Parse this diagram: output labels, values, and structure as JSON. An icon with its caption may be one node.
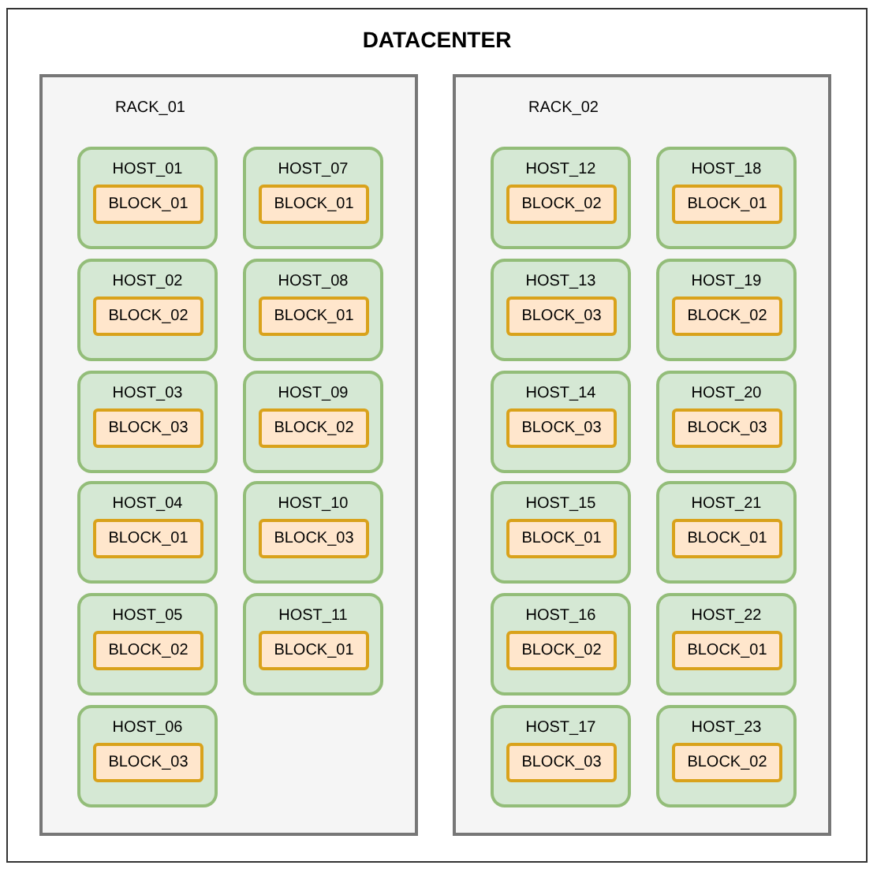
{
  "diagram": {
    "nodes": [
      {
        "text": [
          "DATACENTER"
        ]
      },
      {
        "text": [
          "RACK_01"
        ],
        "in": 0
      },
      {
        "text": [
          "HOST_01"
        ],
        "in": 1
      },
      {
        "text": [
          "BLOCK_01"
        ],
        "in": 2
      },
      {
        "text": [
          "HOST_02"
        ],
        "in": 1
      },
      {
        "text": [
          "BLOCK_02"
        ],
        "in": 4
      },
      {
        "text": [
          "HOST_03"
        ],
        "in": 1
      },
      {
        "text": [
          "BLOCK_03"
        ],
        "in": 6
      },
      {
        "text": [
          "HOST_04"
        ],
        "in": 1
      },
      {
        "text": [
          "BLOCK_01"
        ],
        "in": 8
      },
      {
        "text": [
          "HOST_05"
        ],
        "in": 1
      },
      {
        "text": [
          "BLOCK_02"
        ],
        "in": 10
      },
      {
        "text": [
          "HOST_06"
        ],
        "in": 1
      },
      {
        "text": [
          "BLOCK_03"
        ],
        "in": 12
      },
      {
        "text": [
          "HOST_07"
        ],
        "in": 1
      },
      {
        "text": [
          "BLOCK_01"
        ],
        "in": 14
      },
      {
        "text": [
          "HOST_08"
        ],
        "in": 1
      },
      {
        "text": [
          "BLOCK_01"
        ],
        "in": 16
      },
      {
        "text": [
          "HOST_09"
        ],
        "in": 1
      },
      {
        "text": [
          "BLOCK_02"
        ],
        "in": 18
      },
      {
        "text": [
          "HOST_10"
        ],
        "in": 1
      },
      {
        "text": [
          "BLOCK_03"
        ],
        "in": 20
      },
      {
        "text": [
          "HOST_11"
        ],
        "in": 1
      },
      {
        "text": [
          "BLOCK_01"
        ],
        "in": 22
      },
      {
        "text": [
          "RACK_02"
        ],
        "in": 0
      },
      {
        "text": [
          "HOST_12"
        ],
        "in": 24
      },
      {
        "text": [
          "BLOCK_02"
        ],
        "in": 25
      },
      {
        "text": [
          "HOST_13"
        ],
        "in": 24
      },
      {
        "text": [
          "BLOCK_03"
        ],
        "in": 27
      },
      {
        "text": [
          "HOST_14"
        ],
        "in": 24
      },
      {
        "text": [
          "BLOCK_03"
        ],
        "in": 29
      },
      {
        "text": [
          "HOST_15"
        ],
        "in": 24
      },
      {
        "text": [
          "BLOCK_01"
        ],
        "in": 31
      },
      {
        "text": [
          "HOST_16"
        ],
        "in": 24
      },
      {
        "text": [
          "BLOCK_02"
        ],
        "in": 33
      },
      {
        "text": [
          "HOST_17"
        ],
        "in": 24
      },
      {
        "text": [
          "BLOCK_03"
        ],
        "in": 35
      },
      {
        "text": [
          "HOST_18"
        ],
        "in": 24
      },
      {
        "text": [
          "BLOCK_01"
        ],
        "in": 37
      },
      {
        "text": [
          "HOST_19"
        ],
        "in": 24
      },
      {
        "text": [
          "BLOCK_02"
        ],
        "in": 39
      },
      {
        "text": [
          "HOST_20"
        ],
        "in": 24
      },
      {
        "text": [
          "BLOCK_03"
        ],
        "in": 41
      },
      {
        "text": [
          "HOST_21"
        ],
        "in": 24
      },
      {
        "text": [
          "BLOCK_01"
        ],
        "in": 43
      },
      {
        "text": [
          "HOST_22"
        ],
        "in": 24
      },
      {
        "text": [
          "BLOCK_01"
        ],
        "in": 45
      },
      {
        "text": [
          "HOST_23"
        ],
        "in": 24
      },
      {
        "text": [
          "BLOCK_02"
        ],
        "in": 47
      }
    ]
  }
}
